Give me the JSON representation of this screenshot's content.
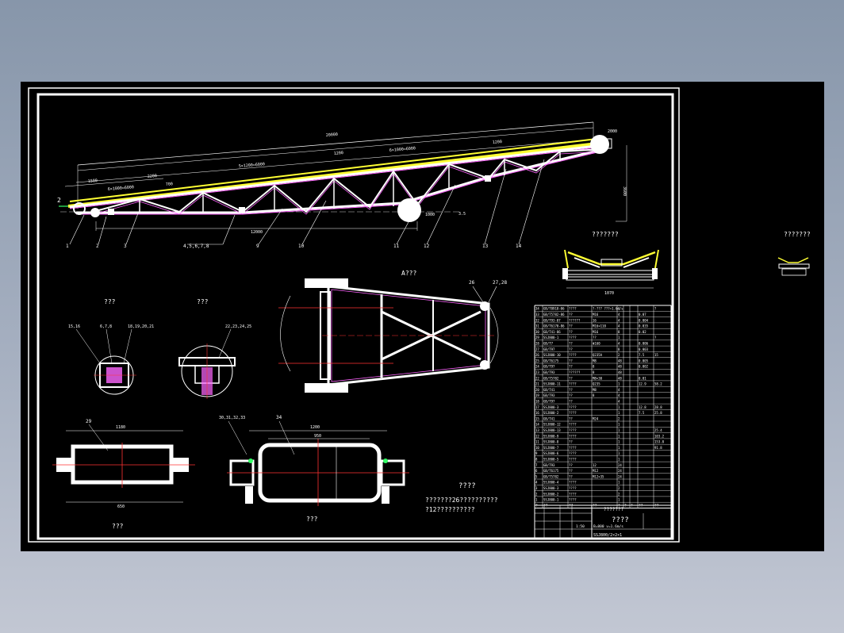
{
  "window": {
    "background": "#8c99ac",
    "canvas": "#000000"
  },
  "colors": {
    "frame": "#ffffff",
    "truss": "#ff66ff",
    "belt": "#ffff33",
    "axis": "#ff3333",
    "mark": "#33ff66"
  },
  "drawing": {
    "overall_length_dim": "20000",
    "dims_upper": [
      "1500",
      "2200",
      "6×1000=6000",
      "5×1200=6000",
      "1200",
      "1200",
      "6×1000=6000",
      "700",
      "2000"
    ],
    "span_dim": "12000",
    "height_dim": "3600",
    "slope_dim": "3.5",
    "pulley_dim": "1000",
    "balloons": [
      "1",
      "2",
      "3",
      "4,5,6,7,8",
      "9",
      "10",
      "11",
      "12",
      "13",
      "14"
    ],
    "left_marker": "2",
    "view_a_label": "A???",
    "view_a_tags": [
      "26",
      "27,28"
    ],
    "section_1_label": "???",
    "section_1_tags": [
      "15,16",
      "6,7,8",
      "18,19,20,21"
    ],
    "section_2_label": "???",
    "section_2_tags": [
      "22,23,24,25"
    ],
    "idler_label": "???????",
    "idler_small_label": "???????",
    "drive_label": "???",
    "drive_tag": "29",
    "drive_dims": [
      "1180",
      "650"
    ],
    "tail_label": "???",
    "tail_tag": "30,31,32,33",
    "tail_tag2": "34",
    "tail_dims": [
      "1200",
      "950"
    ],
    "notes_title": "????",
    "notes": [
      "???????26??????????",
      "?12??????????"
    ],
    "title_block": {
      "name": "????",
      "name2": "B=800   v=1.6m/s",
      "drawing_no": "SSJ800/2×2×1",
      "company": "???????",
      "scale": "1:50"
    }
  },
  "bom": [
    [
      "34",
      "GB/T8918-06",
      "????",
      "?-???  ???=1.6m/s",
      "1",
      "",
      "",
      "",
      "?"
    ],
    [
      "33",
      "GB/T5782-86",
      "??",
      "M16",
      "4",
      "",
      "",
      "0.07",
      ""
    ],
    [
      "32",
      "GB/T93-87",
      "??????",
      "16",
      "4",
      "",
      "",
      "0.004",
      ""
    ],
    [
      "31",
      "GB/T6170-86",
      "??",
      "M16×110",
      "4",
      "",
      "",
      "0.035",
      ""
    ],
    [
      "30",
      "GB/T41-86",
      "??",
      "M16",
      "8",
      "",
      "",
      "0.02",
      ""
    ],
    [
      "29",
      "SSJ800-1",
      "????",
      "??",
      "1",
      "",
      "",
      "",
      "?"
    ],
    [
      "28",
      "GB/T7",
      "??",
      "Φ160",
      "4",
      "",
      "",
      "0.006",
      ""
    ],
    [
      "27",
      "GB/T97",
      "??",
      "",
      "8",
      "",
      "",
      "0.003",
      ""
    ],
    [
      "26",
      "SSJ800-10",
      "????",
      "Q235A",
      "2",
      "",
      "",
      "7.5",
      "15"
    ],
    [
      "25",
      "GB/T6175",
      "??",
      "M8",
      "48",
      "",
      "",
      "0.005",
      ""
    ],
    [
      "24",
      "GB/T97",
      "??",
      "8",
      "48",
      "",
      "",
      "0.002",
      ""
    ],
    [
      "23",
      "GB/T93",
      "??????",
      "8",
      "48",
      "",
      "",
      "",
      ""
    ],
    [
      "22",
      "GB/T5782",
      "??",
      "M8×30",
      "48",
      "",
      "",
      "0.01",
      ""
    ],
    [
      "21",
      "SSJ800-11",
      "????",
      "Q235",
      "1",
      "",
      "",
      "12.9",
      "58.2"
    ],
    [
      "20",
      "GB/T41",
      "??",
      "M8",
      "4",
      "",
      "",
      "",
      ""
    ],
    [
      "19",
      "GB/T93",
      "??",
      "8",
      "4",
      "",
      "",
      "",
      ""
    ],
    [
      "18",
      "GB/T97",
      "??",
      "",
      "4",
      "",
      "",
      "",
      ""
    ],
    [
      "17",
      "SSJ800-3",
      "????",
      "",
      "1",
      "",
      "",
      "12.8",
      "28.8"
    ],
    [
      "16",
      "SSJ800-2",
      "????",
      "",
      "1",
      "",
      "",
      "7.5",
      "25.8"
    ],
    [
      "15",
      "GB/T41",
      "??",
      "M24",
      "2",
      "",
      "",
      "",
      ""
    ],
    [
      "14",
      "SSJ800-12",
      "????",
      "",
      "1",
      "",
      "",
      "",
      ""
    ],
    [
      "13",
      "SSJ800-13",
      "????",
      "",
      "1",
      "",
      "",
      "",
      "25.4"
    ],
    [
      "12",
      "SSJ800-9",
      "????",
      "",
      "1",
      "",
      "",
      "",
      "103.2"
    ],
    [
      "11",
      "SSJ800-8",
      "??",
      "",
      "1",
      "",
      "",
      "",
      "153.8"
    ],
    [
      "10",
      "SSJ800-7",
      "????",
      "",
      "1",
      "",
      "",
      "",
      "91.8"
    ],
    [
      "9",
      "SSJ800-6",
      "????",
      "",
      "1",
      "",
      "",
      "",
      ""
    ],
    [
      "8",
      "SSJ800-5",
      "????",
      "",
      "1",
      "",
      "",
      "",
      ""
    ],
    [
      "7",
      "GB/T93",
      "??",
      "12",
      "24",
      "",
      "",
      "",
      ""
    ],
    [
      "6",
      "GB/T6175",
      "??",
      "M12",
      "24",
      "",
      "",
      "",
      ""
    ],
    [
      "5",
      "GB/T5782",
      "??",
      "M12×35",
      "24",
      "",
      "",
      "",
      ""
    ],
    [
      "4",
      "SSJ800-4",
      "????",
      "",
      "1",
      "",
      "",
      "",
      ""
    ],
    [
      "3",
      "SSJ800-3",
      "????",
      "",
      "2",
      "",
      "",
      "",
      ""
    ],
    [
      "2",
      "SSJ800-2",
      "????",
      "",
      "2",
      "",
      "",
      "",
      ""
    ],
    [
      "1",
      "SSJ800-1",
      "????",
      "",
      "1",
      "",
      "",
      "",
      ""
    ]
  ],
  "bom_header": [
    "?",
    "??",
    "??",
    "??",
    "?",
    "?",
    "?",
    "??",
    "??"
  ]
}
